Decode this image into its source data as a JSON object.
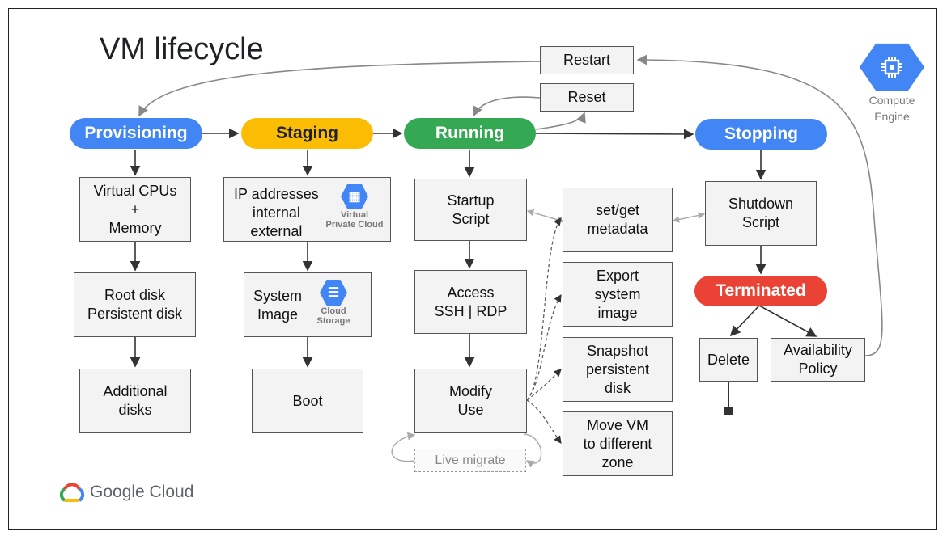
{
  "title": "VM lifecycle",
  "states": {
    "provisioning": "Provisioning",
    "staging": "Staging",
    "running": "Running",
    "stopping": "Stopping",
    "terminated": "Terminated"
  },
  "actions": {
    "restart": "Restart",
    "reset": "Reset"
  },
  "provisioning_steps": [
    "Virtual CPUs\n+\nMemory",
    "Root disk\nPersistent disk",
    "Additional\ndisks"
  ],
  "staging_steps": {
    "ip": "IP addresses\ninternal\nexternal",
    "system_image": "System\nImage",
    "boot": "Boot"
  },
  "running_steps": [
    "Startup\nScript",
    "Access\nSSH | RDP",
    "Modify\nUse"
  ],
  "live_migrate": "Live migrate",
  "running_ops": {
    "metadata": "set/get\nmetadata",
    "export": "Export\nsystem\nimage",
    "snapshot": "Snapshot\npersistent\ndisk",
    "move": "Move VM\nto different\nzone"
  },
  "stopping_steps": {
    "shutdown": "Shutdown\nScript",
    "delete": "Delete",
    "availability": "Availability\nPolicy"
  },
  "products": {
    "vpc": "Virtual\nPrivate Cloud",
    "storage": "Cloud\nStorage",
    "compute": "Compute\nEngine"
  },
  "brand": "Google Cloud",
  "colors": {
    "blue": "#4285f4",
    "yellow": "#fbbc04",
    "green": "#34a853",
    "red": "#ea4335"
  }
}
